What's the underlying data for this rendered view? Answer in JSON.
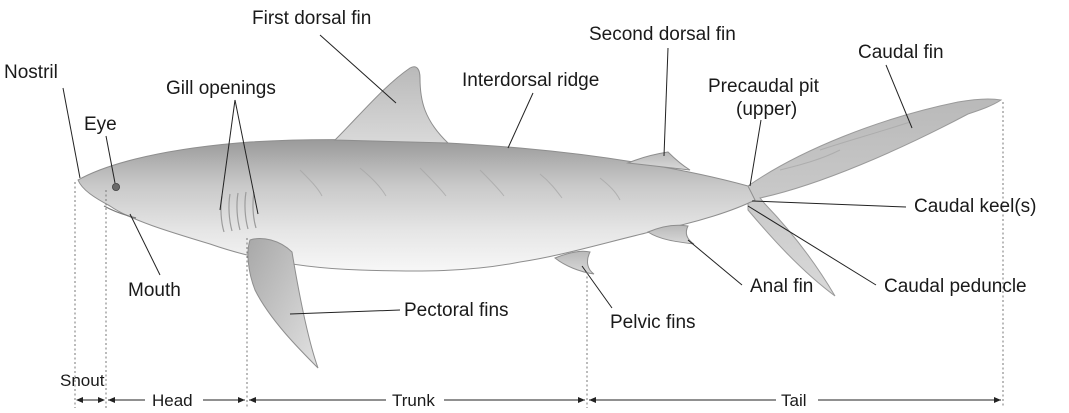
{
  "labels": {
    "first_dorsal_fin": "First dorsal fin",
    "second_dorsal_fin": "Second dorsal fin",
    "caudal_fin": "Caudal fin",
    "nostril": "Nostril",
    "gill_openings": "Gill openings",
    "interdorsal_ridge": "Interdorsal ridge",
    "precaudal_pit_line1": "Precaudal pit",
    "precaudal_pit_line2": "(upper)",
    "eye": "Eye",
    "caudal_keels": "Caudal keel(s)",
    "mouth": "Mouth",
    "anal_fin": "Anal fin",
    "caudal_peduncle": "Caudal peduncle",
    "pectoral_fins": "Pectoral fins",
    "pelvic_fins": "Pelvic fins"
  },
  "regions": {
    "snout": "Snout",
    "head": "Head",
    "trunk": "Trunk",
    "tail": "Tail"
  }
}
